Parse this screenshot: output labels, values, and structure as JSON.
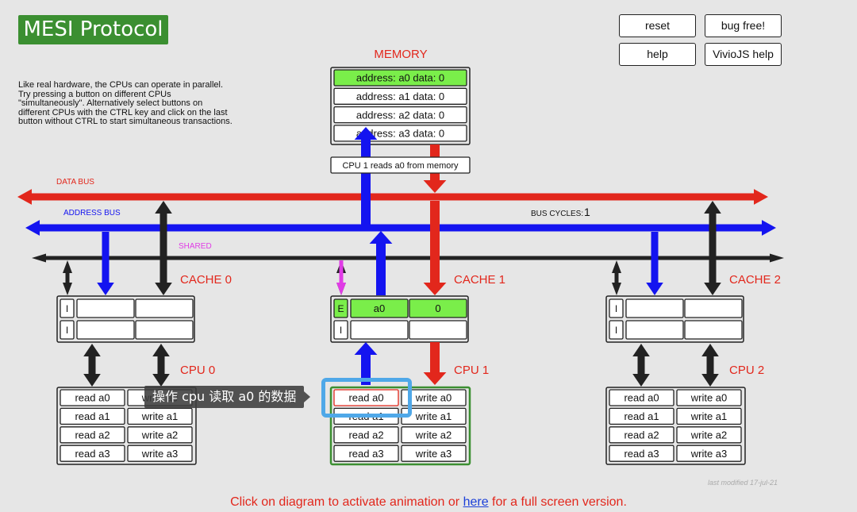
{
  "app": {
    "title": "MESI Protocol"
  },
  "description": "Like real hardware, the CPUs can operate in parallel. Try pressing a button on different CPUs \"simultaneously\". Alternatively select buttons on different CPUs with the CTRL key and click on the last button without CTRL to start simultaneous transactions.",
  "controls": {
    "reset": "reset",
    "bug_free": "bug free!",
    "help": "help",
    "viviojs_help": "VivioJS help"
  },
  "memory": {
    "label": "MEMORY",
    "rows": [
      {
        "text": "address: a0 data: 0",
        "highlight": true
      },
      {
        "text": "address: a1 data: 0",
        "highlight": false
      },
      {
        "text": "address: a2 data: 0",
        "highlight": false
      },
      {
        "text": "address: a3 data: 0",
        "highlight": false
      }
    ]
  },
  "status_message": "CPU 1 reads a0 from memory",
  "buses": {
    "data": "DATA BUS",
    "address": "ADDRESS BUS",
    "shared": "SHARED"
  },
  "bus_cycles": {
    "label": "BUS CYCLES:",
    "value": "1"
  },
  "caches": [
    {
      "label": "CACHE 0",
      "lines": [
        {
          "state": "I",
          "addr": "",
          "data": "",
          "highlight": false
        },
        {
          "state": "I",
          "addr": "",
          "data": "",
          "highlight": false
        }
      ]
    },
    {
      "label": "CACHE 1",
      "lines": [
        {
          "state": "E",
          "addr": "a0",
          "data": "0",
          "highlight": true
        },
        {
          "state": "I",
          "addr": "",
          "data": "",
          "highlight": false
        }
      ]
    },
    {
      "label": "CACHE 2",
      "lines": [
        {
          "state": "I",
          "addr": "",
          "data": "",
          "highlight": false
        },
        {
          "state": "I",
          "addr": "",
          "data": "",
          "highlight": false
        }
      ]
    }
  ],
  "cpus": [
    {
      "label": "CPU 0",
      "active": false,
      "rows": [
        {
          "read": "read a0",
          "write": "write a0"
        },
        {
          "read": "read a1",
          "write": "write a1"
        },
        {
          "read": "read a2",
          "write": "write a2"
        },
        {
          "read": "read a3",
          "write": "write a3"
        }
      ]
    },
    {
      "label": "CPU 1",
      "active": true,
      "rows": [
        {
          "read": "read a0",
          "write": "write a0"
        },
        {
          "read": "read a1",
          "write": "write a1"
        },
        {
          "read": "read a2",
          "write": "write a2"
        },
        {
          "read": "read a3",
          "write": "write a3"
        }
      ]
    },
    {
      "label": "CPU 2",
      "active": false,
      "rows": [
        {
          "read": "read a0",
          "write": "write a0"
        },
        {
          "read": "read a1",
          "write": "write a1"
        },
        {
          "read": "read a2",
          "write": "write a2"
        },
        {
          "read": "read a3",
          "write": "write a3"
        }
      ]
    }
  ],
  "tooltip": "操作 cpu 读取 a0 的数据",
  "last_modified": "last modified 17-jul-21",
  "footer": {
    "prefix": "Click on diagram to activate animation or",
    "link": "here",
    "suffix": "for a full screen version."
  },
  "colors": {
    "bus_red": "#e2271c",
    "bus_blue": "#1414f0",
    "bus_black": "#222222",
    "shared_magenta": "#e03ce6",
    "valid_green": "#7aee4a",
    "frame_green": "#3b8f31"
  }
}
